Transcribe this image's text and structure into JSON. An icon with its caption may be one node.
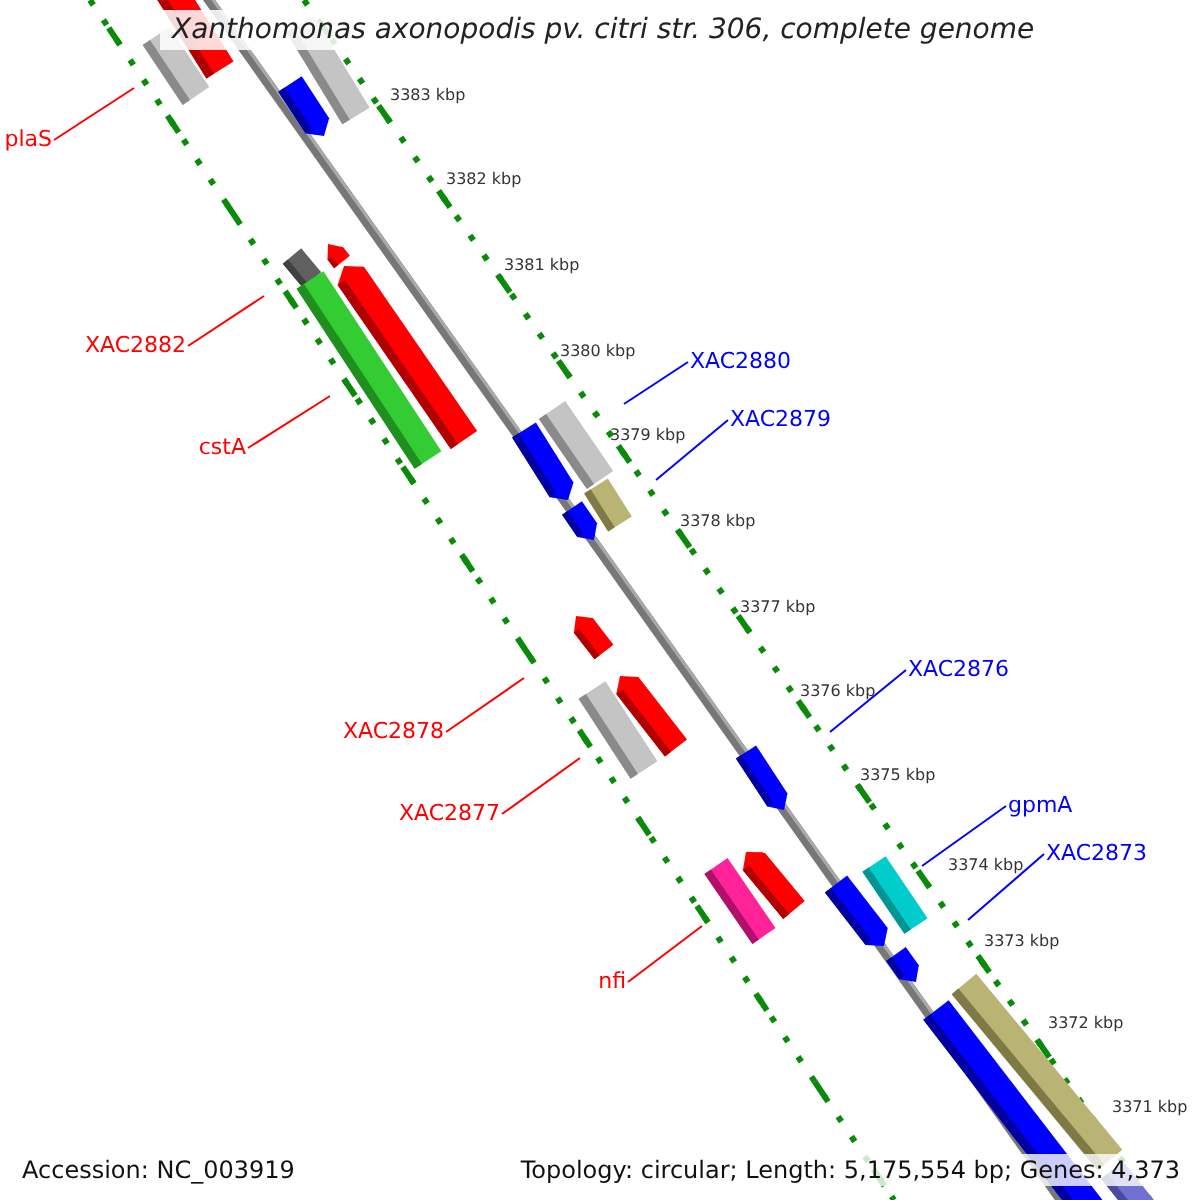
{
  "diagram": {
    "title": "Xanthomonas axonopodis pv. citri str. 306, complete genome",
    "nodes": [
      {
        "text": [
          "plaS"
        ]
      },
      {
        "text": [
          "XAC2882"
        ]
      },
      {
        "text": [
          "XAC2880"
        ]
      },
      {
        "text": [
          "XAC2879"
        ]
      },
      {
        "text": [
          "cstA"
        ]
      },
      {
        "text": [
          "XAC2876"
        ]
      },
      {
        "text": [
          "XAC2878"
        ]
      },
      {
        "text": [
          "gpmA"
        ]
      },
      {
        "text": [
          "XAC2877"
        ]
      },
      {
        "text": [
          "XAC2873"
        ]
      },
      {
        "text": [
          "nfi"
        ]
      }
    ],
    "edges": [
      {
        "from": 0,
        "to": null,
        "arrow": "none"
      },
      {
        "from": 1,
        "to": null,
        "arrow": "none"
      },
      {
        "from": 2,
        "to": null,
        "arrow": "none",
        "color": "#0000ff"
      },
      {
        "from": 3,
        "to": null,
        "arrow": "none",
        "color": "#0000ff"
      },
      {
        "from": 4,
        "to": null,
        "arrow": "none"
      },
      {
        "from": 5,
        "to": null,
        "arrow": "none",
        "color": "#0000ff"
      },
      {
        "from": 6,
        "to": null,
        "arrow": "none"
      },
      {
        "from": 7,
        "to": null,
        "arrow": "none",
        "color": "#0000ff"
      },
      {
        "from": 8,
        "to": null,
        "arrow": "none"
      },
      {
        "from": 9,
        "to": null,
        "arrow": "none",
        "color": "#0000ff"
      },
      {
        "from": 10,
        "to": null,
        "arrow": "none"
      }
    ],
    "labels": [
      "3383 kbp",
      "3382 kbp",
      "3381 kbp",
      "3380 kbp",
      "3379 kbp",
      "3378 kbp",
      "3377 kbp",
      "3376 kbp",
      "3375 kbp",
      "3374 kbp",
      "3373 kbp",
      "3372 kbp",
      "3371 kbp",
      "Accession: NC_003919",
      "Topology: circular; Length: 5,175,554 bp; Genes: 4,373"
    ]
  }
}
